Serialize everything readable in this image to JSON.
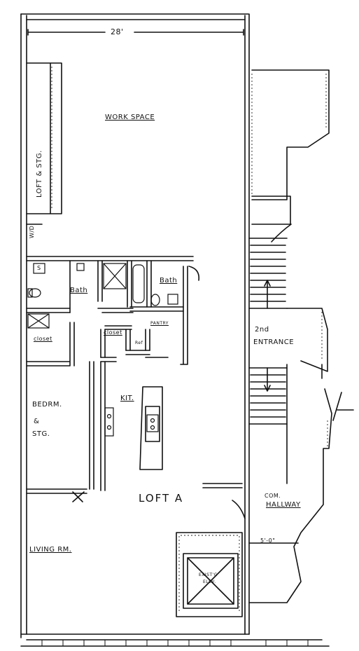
{
  "plan": {
    "dimension_width": "28'",
    "dimension_hall": "5'-0\"",
    "rooms": {
      "work_space": "WORK SPACE",
      "loft_stg": "LOFT & STG.",
      "wd": "W/D",
      "bath_left": "Bath",
      "bath_right": "Bath",
      "pantry": "PANTRY",
      "closet_left": "closet",
      "closet_center": "closet",
      "ref": "Ref",
      "s_box": "S",
      "bedrm": "BEDRM.",
      "amp": "&",
      "stg": "STG.",
      "kit": "KIT.",
      "loft_a": "LOFT A",
      "living_rm": "LIVING RM.",
      "second_entrance_1": "2nd",
      "second_entrance_2": "ENTRANCE",
      "com": "COM.",
      "hallway": "HALLWAY",
      "exist_elev_1": "EXIST'G",
      "exist_elev_2": "ELEV."
    }
  }
}
